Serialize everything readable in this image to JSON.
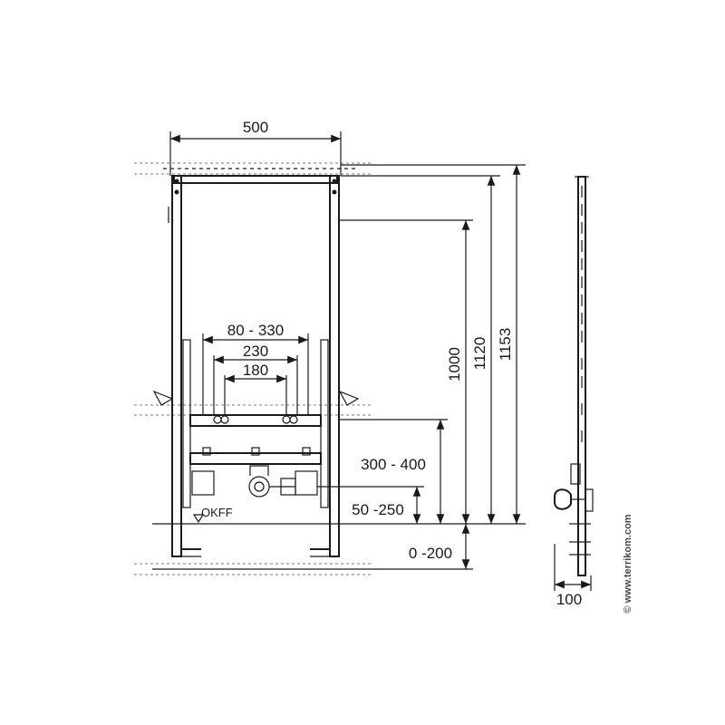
{
  "diagram": {
    "front_view": {
      "width_label": "500",
      "connections_range_label": "80 - 330",
      "connections_mid_label": "230",
      "connections_inner_label": "180",
      "finished_floor_label": "OKFF"
    },
    "heights": {
      "h_1000_label": "1000",
      "h_1120_label": "1120",
      "h_1153_label": "1153",
      "h_300_400_label": "300 - 400",
      "h_50_250_label": "50 -250",
      "h_0_200_label": "0 -200"
    },
    "side_view": {
      "depth_label": "100"
    },
    "credit": "© www.terrikom.com"
  }
}
